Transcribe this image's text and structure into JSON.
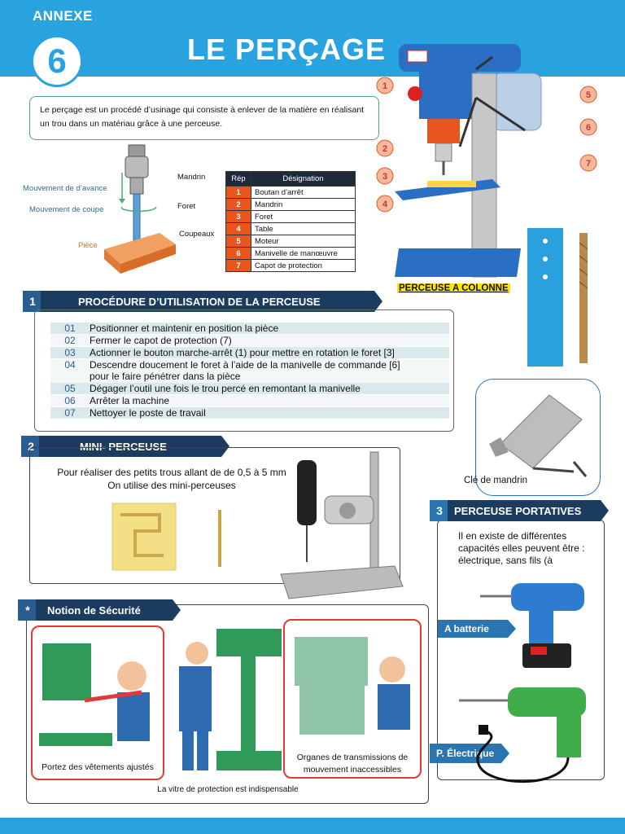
{
  "header": {
    "annexe": "ANNEXE",
    "number": "6",
    "title": "LE PERÇAGE"
  },
  "intro": {
    "text": "Le perçage est un procédé d’usinage qui consiste à enlever de la matière en réalisant un trou dans un matériau grâce à une perceuse."
  },
  "drill_diagram": {
    "labels": {
      "mandrin": "Mandrin",
      "avance": "Mouvement de d’avance",
      "foret": "Foret",
      "coupe": "Mouvement de coupe",
      "coupeaux": "Coupeaux",
      "piece": "Pièce"
    }
  },
  "parts_table": {
    "headers": [
      "Rép",
      "Désignation"
    ],
    "rows": [
      {
        "rep": "1",
        "designation": "Boutan d’arrêt"
      },
      {
        "rep": "2",
        "designation": "Mandrin"
      },
      {
        "rep": "3",
        "designation": "Foret"
      },
      {
        "rep": "4",
        "designation": "Table"
      },
      {
        "rep": "5",
        "designation": "Moteur"
      },
      {
        "rep": "6",
        "designation": "Manivelle de manœuvre"
      },
      {
        "rep": "7",
        "designation": "Capot de protection"
      }
    ]
  },
  "press": {
    "callouts": [
      "1",
      "2",
      "3",
      "4",
      "5",
      "6",
      "7"
    ],
    "caption": "PERCEUSE A COLONNE"
  },
  "section1": {
    "num": "1",
    "title": "PROCÉDURE D’UTILISATION DE LA PERCEUSE",
    "steps": [
      {
        "n": "01",
        "text": "Positionner et maintenir en position la pièce"
      },
      {
        "n": "02",
        "text": "Fermer le capot de protection (7)"
      },
      {
        "n": "03",
        "text": "Actionner le bouton marche-arrêt (1) pour mettre en rotation le foret [3]"
      },
      {
        "n": "04",
        "text": "Descendre doucement le foret à l’aide de la manivelle de commande [6]",
        "text2": " pour le faire pénétrer dans la pièce"
      },
      {
        "n": "05",
        "text": "Dégager l’outil une fois le trou percé en remontant la manivelle"
      },
      {
        "n": "06",
        "text": "Arrêter la machine"
      },
      {
        "n": "07",
        "text": "Nettoyer le poste de travail"
      }
    ]
  },
  "chuck": {
    "caption": "Clé de mandrin"
  },
  "section2": {
    "num": "2",
    "title": "MINI- PERCEUSE",
    "line1": "Pour réaliser des petits trous allant de de 0,5 à 5 mm",
    "line2": "On utilise des mini-perceuses"
  },
  "section3": {
    "num": "3",
    "title": "PERCEUSE PORTATIVES",
    "text": "Il en existe de différentes capacités elles peuvent être : électrique, sans fils (à",
    "tag_battery": "A batterie",
    "tag_electric": "P. Électrique"
  },
  "safety": {
    "star": "*",
    "title": "Notion de Sécurité",
    "caption1": "Portez des vêtements ajustés",
    "caption2": "Organes de transmissions de mouvement inaccessibles",
    "caption3": "La vitre de protection est indispensable"
  },
  "colors": {
    "brand": "#29a3e0",
    "navy": "#1b3c5e",
    "orange": "#e8551f",
    "red": "#e23a3a"
  }
}
